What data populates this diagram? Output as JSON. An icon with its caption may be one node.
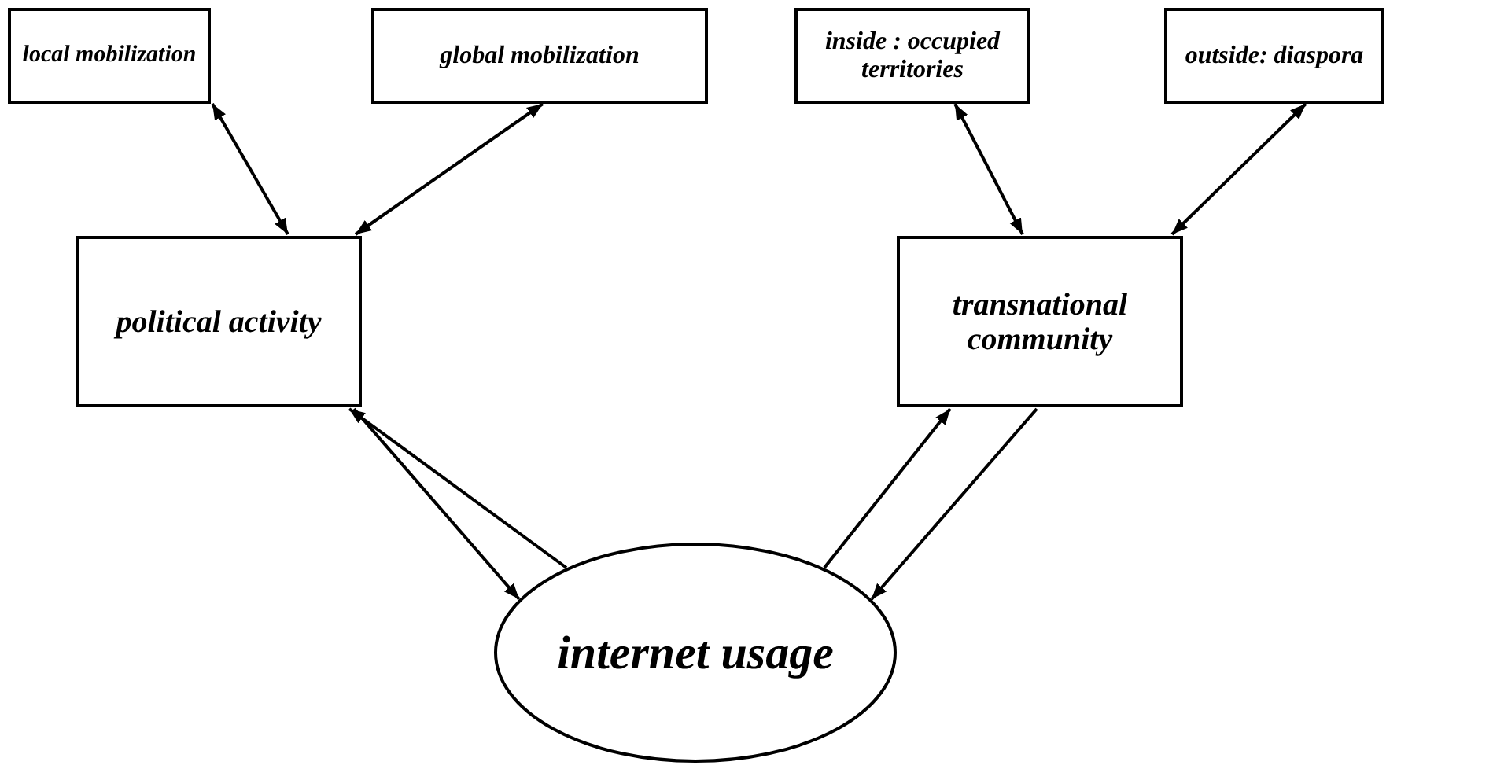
{
  "diagram": {
    "nodes": [
      {
        "text": [
          "local mobilization"
        ]
      },
      {
        "text": [
          "global mobilization"
        ]
      },
      {
        "text": [
          "inside : occupied territories"
        ]
      },
      {
        "text": [
          "outside: diaspora"
        ]
      },
      {
        "text": [
          "political activity"
        ]
      },
      {
        "text": [
          "transnational community"
        ]
      },
      {
        "text": [
          "internet usage"
        ]
      }
    ],
    "edges": [
      {
        "from": 0,
        "to": 4,
        "arrow": "both"
      },
      {
        "from": 1,
        "to": 4,
        "arrow": "both"
      },
      {
        "from": 2,
        "to": 5,
        "arrow": "both"
      },
      {
        "from": 3,
        "to": 5,
        "arrow": "both"
      },
      {
        "from": 4,
        "to": 6,
        "arrow": "to"
      },
      {
        "from": 6,
        "to": 4,
        "arrow": "to"
      },
      {
        "from": 6,
        "to": 5,
        "arrow": "to"
      },
      {
        "from": 5,
        "to": 6,
        "arrow": "to"
      }
    ]
  }
}
